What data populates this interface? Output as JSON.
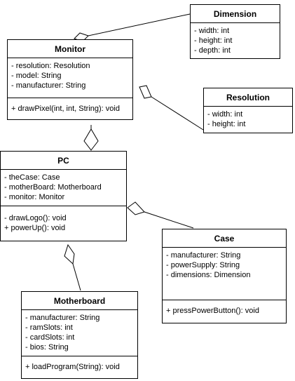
{
  "classes": {
    "dimension": {
      "name": "Dimension",
      "attributes": [
        "- width: int",
        "- height: int",
        "- depth: int"
      ],
      "operations": []
    },
    "monitor": {
      "name": "Monitor",
      "attributes": [
        "- resolution: Resolution",
        "- model: String",
        "- manufacturer: String"
      ],
      "operations": [
        "+ drawPixel(int, int, String): void"
      ]
    },
    "resolution": {
      "name": "Resolution",
      "attributes": [
        "- width: int",
        "- height: int"
      ],
      "operations": []
    },
    "pc": {
      "name": "PC",
      "attributes": [
        "- theCase: Case",
        "- motherBoard: Motherboard",
        "- monitor: Monitor"
      ],
      "operations": [
        "- drawLogo(): void",
        "+ powerUp(): void"
      ]
    },
    "case": {
      "name": "Case",
      "attributes": [
        "- manufacturer: String",
        "- powerSupply: String",
        "- dimensions: Dimension"
      ],
      "operations": [
        "+ pressPowerButton(): void"
      ]
    },
    "motherboard": {
      "name": "Motherboard",
      "attributes": [
        "- manufacturer: String",
        "- ramSlots: int",
        "- cardSlots: int",
        "- bios: String"
      ],
      "operations": [
        "+ loadProgram(String): void"
      ]
    }
  },
  "relations": [
    {
      "from": "monitor",
      "to": "dimension",
      "type": "aggregation"
    },
    {
      "from": "monitor",
      "to": "resolution",
      "type": "aggregation"
    },
    {
      "from": "pc",
      "to": "monitor",
      "type": "aggregation"
    },
    {
      "from": "pc",
      "to": "case",
      "type": "aggregation"
    },
    {
      "from": "pc",
      "to": "motherboard",
      "type": "aggregation"
    }
  ],
  "colors": {
    "line": "#000000",
    "fill": "#ffffff"
  }
}
